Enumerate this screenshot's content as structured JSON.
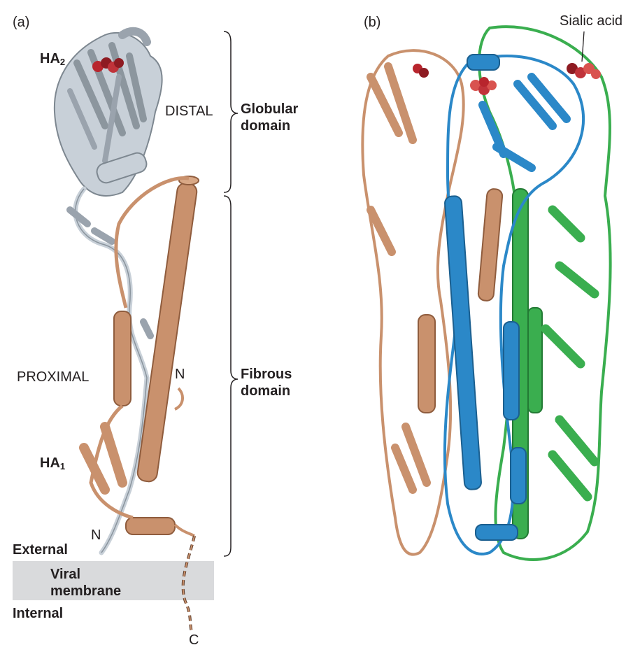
{
  "panels": {
    "a": {
      "tag": "(a)"
    },
    "b": {
      "tag": "(b)"
    }
  },
  "labels": {
    "ha2_main": "HA",
    "ha2_sub": "2",
    "ha1_main": "HA",
    "ha1_sub": "1",
    "distal": "DISTAL",
    "proximal": "PROXIMAL",
    "n_upper": "N",
    "n_lower": "N",
    "c_terminus": "C",
    "external": "External",
    "viral_membrane_line1": "Viral",
    "viral_membrane_line2": "membrane",
    "internal": "Internal",
    "globular_line1": "Globular",
    "globular_line2": "domain",
    "fibrous_line1": "Fibrous",
    "fibrous_line2": "domain",
    "sialic_acid": "Sialic acid"
  },
  "colors": {
    "ha1_copper": "#c9916d",
    "ha1_dark": "#8f5c3d",
    "ha2_gray": "#9aa3ad",
    "ha2_light": "#c8d0d8",
    "monomer_blue": "#2b88c8",
    "monomer_green": "#3aae4f",
    "sialic_red": "#b8252d",
    "membrane_gray": "#d9dadc"
  }
}
